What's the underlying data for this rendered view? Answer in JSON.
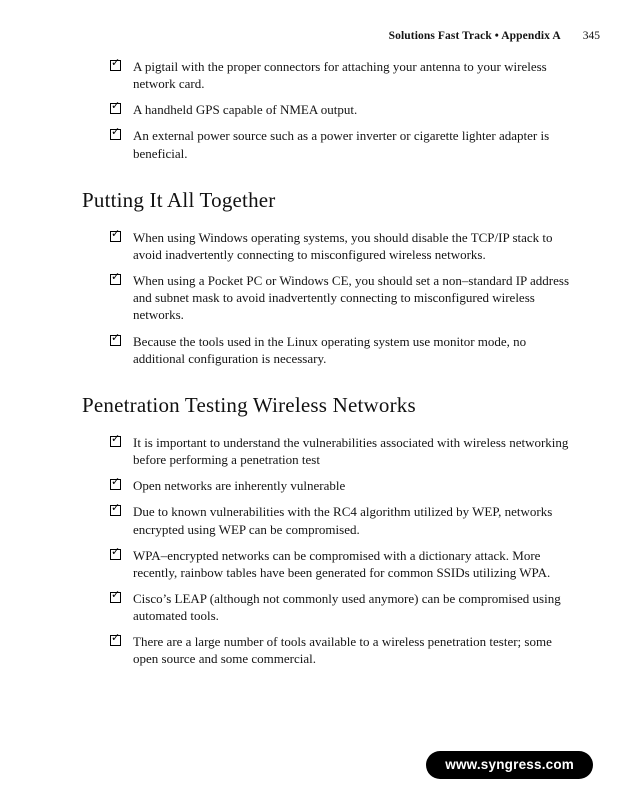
{
  "page": {
    "running_head": "Solutions Fast Track • Appendix A",
    "page_number": "345"
  },
  "icons": {
    "checkbox_check": "✓"
  },
  "sections": [
    {
      "heading": "",
      "items": [
        "A pigtail with the proper connectors for attaching your antenna to your wireless network card.",
        "A handheld GPS capable of NMEA output.",
        "An external power source such as a power inverter or cigarette lighter adapter is beneficial."
      ]
    },
    {
      "heading": "Putting It All Together",
      "items": [
        "When using Windows operating systems, you should disable the TCP/IP stack to avoid inadvertently connecting to misconfigured wireless networks.",
        "When using a Pocket PC or Windows CE, you should set a non–standard IP address and subnet mask to avoid inadvertently connecting to misconfigured wireless networks.",
        "Because the tools used in the Linux operating system use monitor mode, no additional configuration is necessary."
      ]
    },
    {
      "heading": "Penetration Testing Wireless Networks",
      "items": [
        "It is important to understand the vulnerabilities associated with wireless networking before performing a penetration test",
        "Open networks are inherently vulnerable",
        "Due to known vulnerabilities with the RC4 algorithm utilized by WEP, networks encrypted using WEP can be compromised.",
        "WPA–encrypted networks can be compromised with a dictionary attack. More recently, rainbow tables have been generated for common SSIDs utilizing WPA.",
        "Cisco’s LEAP (although not commonly used anymore) can be compromised using automated tools.",
        "There are a large number of tools available to a wireless penetration tester; some open source and some commercial."
      ]
    }
  ],
  "footer": {
    "badge": "www.syngress.com"
  }
}
